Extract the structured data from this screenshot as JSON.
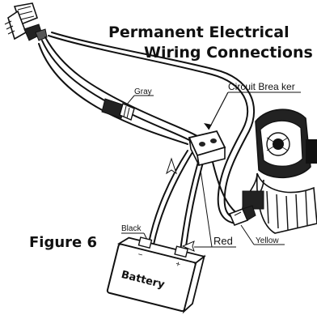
{
  "title": {
    "line1": "Permanent Electrical",
    "line2": "Wiring Connections"
  },
  "figure_label": "Figure 6",
  "labels": {
    "gray": "Gray",
    "circuit_breaker": "Circuit Brea ker",
    "black": "Black",
    "red": "Red",
    "yellow": "Yellow",
    "battery": "Battery"
  },
  "battery_terminals": {
    "negative": "−",
    "positive": "+"
  }
}
